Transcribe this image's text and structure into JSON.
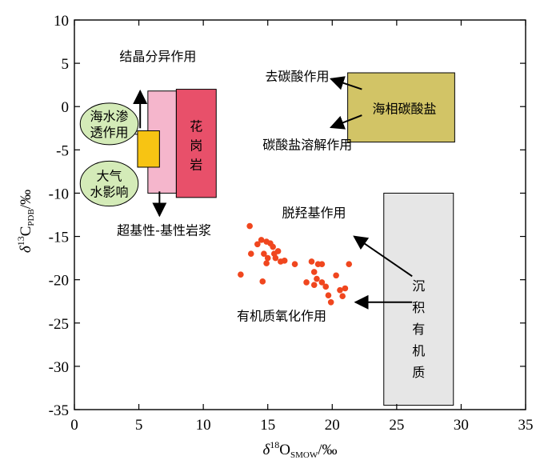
{
  "chart_data": {
    "type": "scatter",
    "xlabel": "δ¹⁸O_SMOW/‰",
    "ylabel": "δ¹³C_PDB/‰",
    "xlim": [
      0,
      35
    ],
    "ylim": [
      -35,
      10
    ],
    "xticks": [
      "0",
      "5",
      "10",
      "15",
      "20",
      "25",
      "30",
      "35"
    ],
    "yticks": [
      "10",
      "5",
      "0",
      "-5",
      "-10",
      "-15",
      "-20",
      "-25",
      "-30",
      "-35"
    ],
    "grid": false,
    "point_color": "#f0461e",
    "points": [
      [
        13.6,
        -13.8
      ],
      [
        13.7,
        -17.0
      ],
      [
        14.2,
        -15.9
      ],
      [
        14.5,
        -15.4
      ],
      [
        14.7,
        -17.0
      ],
      [
        14.9,
        -15.6
      ],
      [
        15.0,
        -17.5
      ],
      [
        14.9,
        -18.1
      ],
      [
        15.2,
        -15.8
      ],
      [
        15.4,
        -16.2
      ],
      [
        15.5,
        -17.0
      ],
      [
        15.6,
        -17.5
      ],
      [
        15.8,
        -16.7
      ],
      [
        16.0,
        -17.9
      ],
      [
        16.3,
        -17.8
      ],
      [
        17.1,
        -18.2
      ],
      [
        12.9,
        -19.4
      ],
      [
        14.6,
        -20.2
      ],
      [
        18.0,
        -20.3
      ],
      [
        18.4,
        -17.9
      ],
      [
        18.6,
        -19.1
      ],
      [
        18.9,
        -18.2
      ],
      [
        19.2,
        -18.2
      ],
      [
        18.8,
        -19.9
      ],
      [
        18.6,
        -20.6
      ],
      [
        19.2,
        -20.3
      ],
      [
        19.5,
        -20.8
      ],
      [
        19.7,
        -21.8
      ],
      [
        19.9,
        -22.6
      ],
      [
        20.3,
        -19.5
      ],
      [
        20.6,
        -21.2
      ],
      [
        20.8,
        -21.9
      ],
      [
        21.0,
        -21.0
      ],
      [
        21.3,
        -18.2
      ]
    ],
    "fields": [
      {
        "key": "granite",
        "label_chars": [
          "花",
          "岗",
          "岩"
        ],
        "x": [
          7.9,
          11.0
        ],
        "y": [
          -10.5,
          2.0
        ],
        "color": "#e8506a"
      },
      {
        "key": "ultrabasic",
        "x": [
          5.7,
          7.9
        ],
        "y": [
          -10.0,
          1.8
        ],
        "color": "#f5b6cc"
      },
      {
        "key": "yellow",
        "x": [
          4.9,
          6.6
        ],
        "y": [
          -7.0,
          -2.8
        ],
        "color": "#f7c413"
      },
      {
        "key": "marine",
        "label": "海相碳酸盐",
        "x": [
          21.2,
          29.5
        ],
        "y": [
          -4.1,
          3.9
        ],
        "color": "#d2c466"
      },
      {
        "key": "sedimentary",
        "label_chars": [
          "沉",
          "积",
          "有",
          "机",
          "质"
        ],
        "x": [
          24.0,
          29.4
        ],
        "y": [
          -34.5,
          -10.0
        ],
        "color": "#e6e6e6"
      }
    ],
    "ellipses": [
      {
        "key": "seawater",
        "label_lines": [
          "海水渗",
          "透作用"
        ],
        "cx": 2.7,
        "cy": -2.0,
        "rx": 2.25,
        "ry": 2.4,
        "color": "#d4ebb8"
      },
      {
        "key": "atmospheric",
        "label_lines": [
          "大气",
          "水影响"
        ],
        "cx": 2.7,
        "cy": -8.9,
        "rx": 2.25,
        "ry": 2.6,
        "color": "#d4ebb8"
      }
    ],
    "annotations": [
      {
        "key": "crystallization",
        "text": "结晶分异作用",
        "x": 3.5,
        "y": 5.3
      },
      {
        "key": "decarbonation",
        "text": "去碳酸作用",
        "x": 14.8,
        "y": 3.0
      },
      {
        "key": "carbonate-dissolution",
        "text": "碳酸盐溶解作用",
        "x": 14.6,
        "y": -4.9
      },
      {
        "key": "magma",
        "text": "超基性-基性岩浆",
        "x": 3.3,
        "y": -14.8
      },
      {
        "key": "dehydroxylation",
        "text": "脱羟基作用",
        "x": 16.1,
        "y": -12.8
      },
      {
        "key": "organic-oxidation",
        "text": "有机质氧化作用",
        "x": 12.6,
        "y": -24.7
      }
    ]
  }
}
